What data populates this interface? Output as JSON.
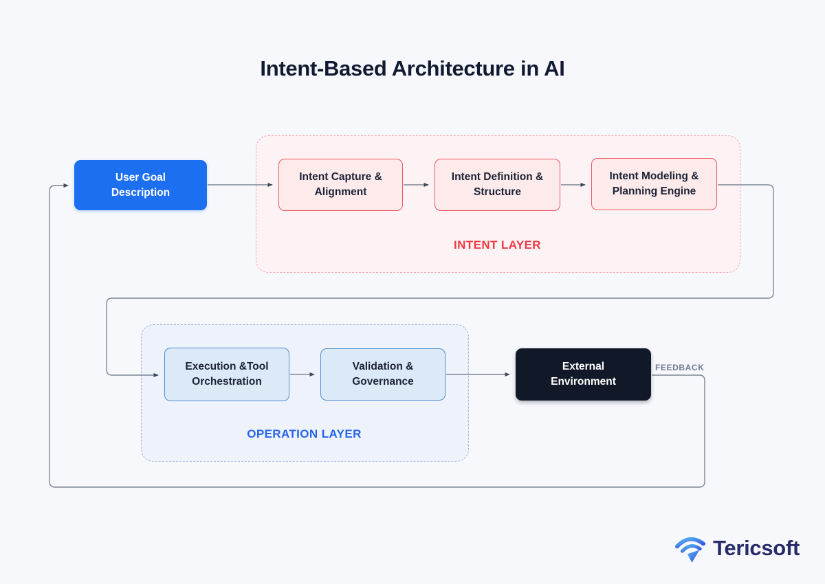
{
  "title": "Intent-Based Architecture in AI",
  "nodes": {
    "user_goal": {
      "label": "User Goal Description"
    },
    "intent_capture": {
      "label": "Intent Capture & Alignment"
    },
    "intent_definition": {
      "label": "Intent Definition & Structure"
    },
    "intent_modeling": {
      "label": "Intent Modeling & Planning Engine"
    },
    "execution": {
      "label": "Execution &Tool Orchestration"
    },
    "validation": {
      "label": "Validation & Governance"
    },
    "external_environment": {
      "label": "External Environment"
    }
  },
  "layers": {
    "intent": {
      "label": "INTENT LAYER"
    },
    "operation": {
      "label": "OPERATION LAYER"
    }
  },
  "feedback_label": "FEEDBACK",
  "logo": {
    "text": "Tericsoft",
    "icon": "tericsoft-signal-icon"
  },
  "colors": {
    "background": "#f7f8fc",
    "primary_blue": "#1d6ff2",
    "intent_box_fill": "#fdeaea",
    "intent_box_border": "#ef5564",
    "intent_layer_label": "#ee3a43",
    "operation_box_fill": "#dce9f6",
    "operation_box_border": "#4e8fd0",
    "operation_layer_label": "#2563eb",
    "dark_node": "#111827",
    "connector_gray": "#7d8694",
    "feedback_text": "#6e7790"
  }
}
